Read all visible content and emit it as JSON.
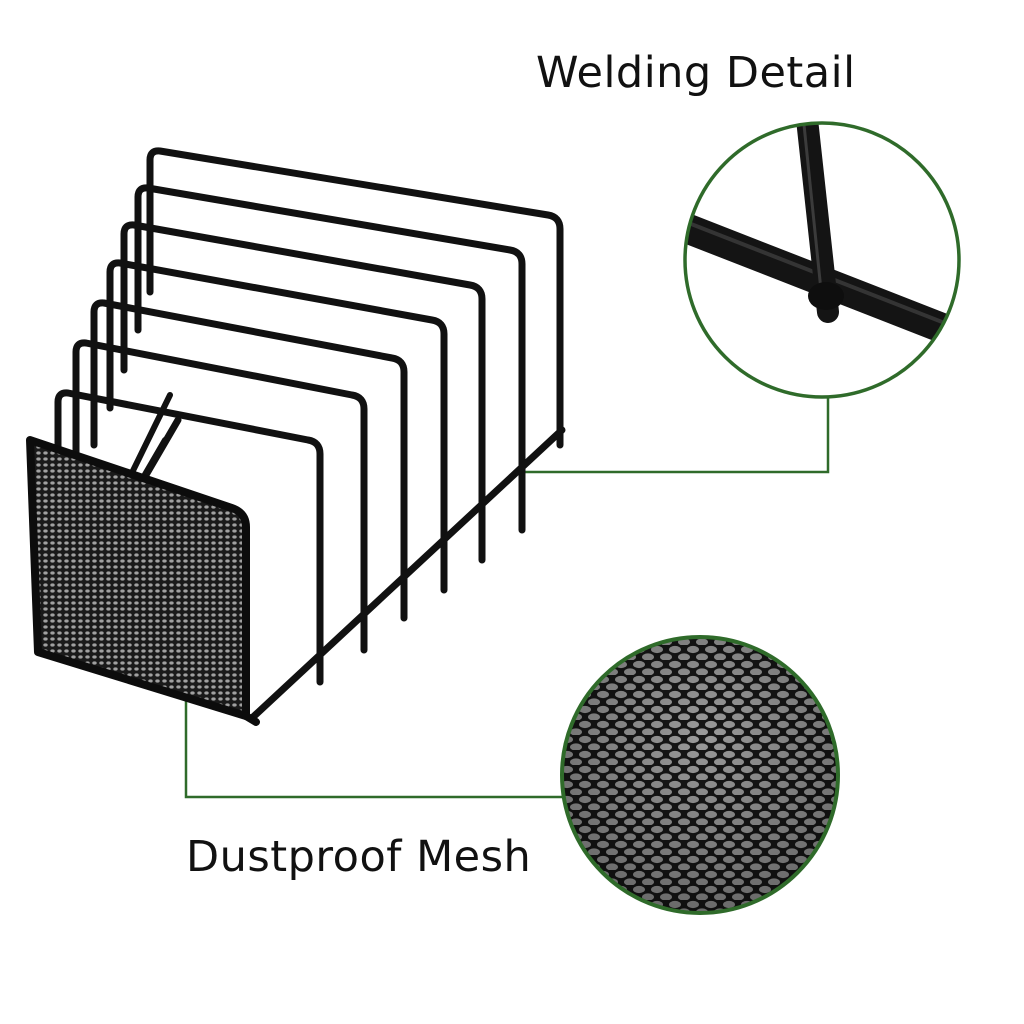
{
  "captions": {
    "welding": "Welding Detail",
    "mesh": "Dustproof Mesh"
  },
  "colors": {
    "background": "#ffffff",
    "wire": "#111111",
    "callout_line": "#2f6b2a",
    "mesh_panel": "#1a1a1a",
    "mesh_holes": "#9a9a9a",
    "text": "#111111"
  },
  "icons": {
    "product": "wire-file-organizer",
    "welding_zoom": "welded-joint-closeup",
    "mesh_zoom": "hexagonal-mesh-closeup"
  }
}
